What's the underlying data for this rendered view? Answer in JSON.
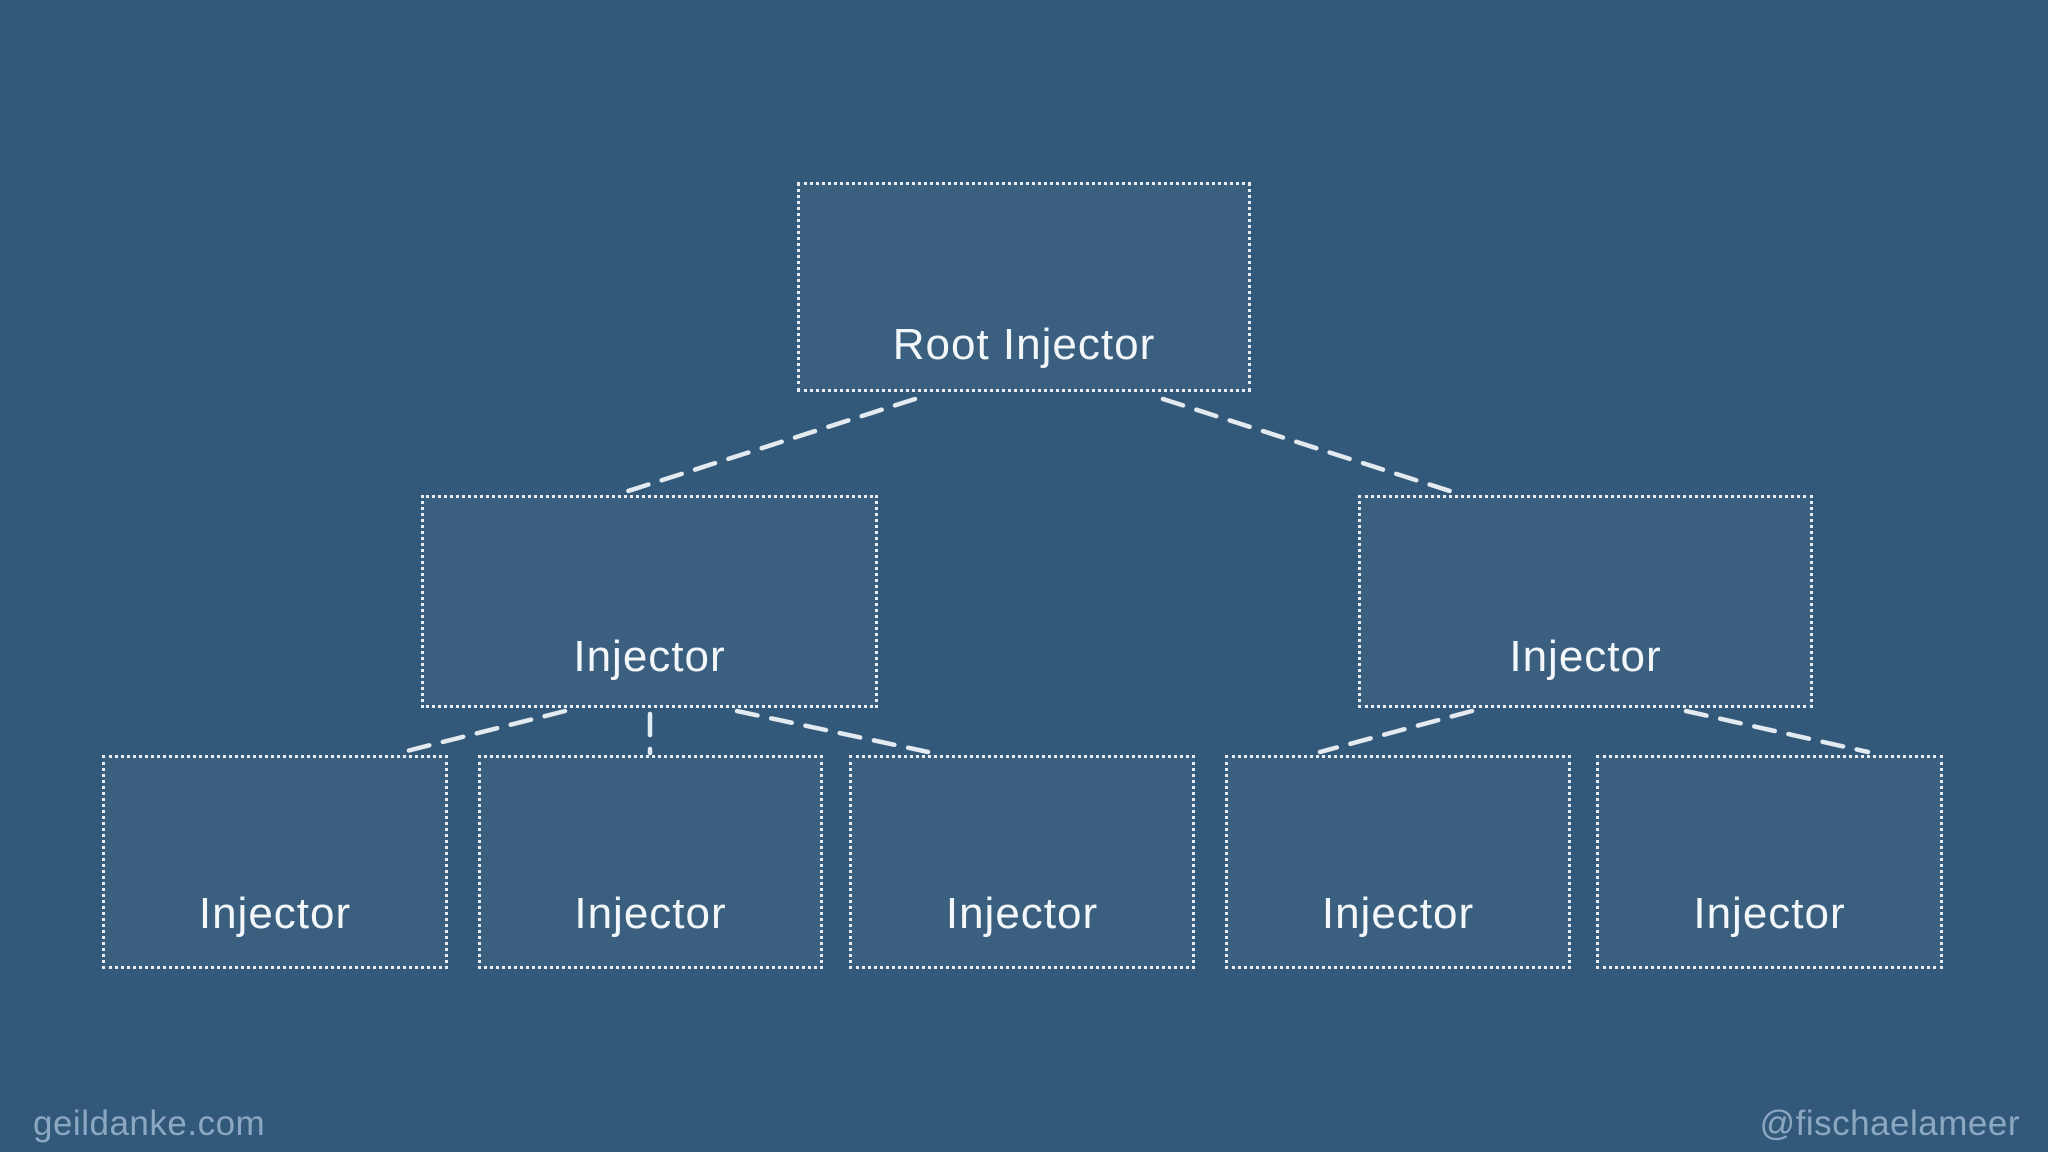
{
  "colors": {
    "background": "#32587A",
    "box_border": "#F6FAFC",
    "label": "#F3F7FA",
    "connector": "#EDF3F8",
    "footer_text": "#8CA7C1"
  },
  "diagram": {
    "type": "tree",
    "nodes": [
      {
        "id": "root-injector",
        "level": 0,
        "label": "Root Injector"
      },
      {
        "id": "injector-left",
        "level": 1,
        "label": "Injector"
      },
      {
        "id": "injector-right",
        "level": 1,
        "label": "Injector"
      },
      {
        "id": "injector-child-1",
        "level": 2,
        "label": "Injector"
      },
      {
        "id": "injector-child-2",
        "level": 2,
        "label": "Injector"
      },
      {
        "id": "injector-child-3",
        "level": 2,
        "label": "Injector"
      },
      {
        "id": "injector-child-4",
        "level": 2,
        "label": "Injector"
      },
      {
        "id": "injector-child-5",
        "level": 2,
        "label": "Injector"
      }
    ],
    "edges": [
      {
        "from": "root-injector",
        "to": "injector-left"
      },
      {
        "from": "root-injector",
        "to": "injector-right"
      },
      {
        "from": "injector-left",
        "to": "injector-child-1"
      },
      {
        "from": "injector-left",
        "to": "injector-child-2"
      },
      {
        "from": "injector-left",
        "to": "injector-child-3"
      },
      {
        "from": "injector-right",
        "to": "injector-child-4"
      },
      {
        "from": "injector-right",
        "to": "injector-child-5"
      }
    ]
  },
  "footer": {
    "website": "geildanke.com",
    "handle": "@fischaelameer"
  }
}
